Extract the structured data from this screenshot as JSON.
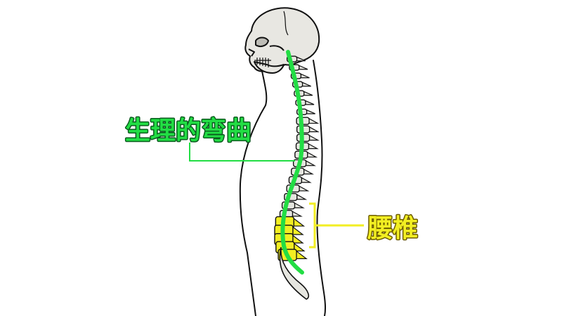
{
  "labels": {
    "curve": "生理的弯曲",
    "lumbar": "腰椎"
  },
  "colors": {
    "curve": "#22dd44",
    "curve_text_outline": "#0a5a1e",
    "lumbar": "#f2ee22",
    "lumbar_text_outline": "#6b5a00",
    "bone": "#e6e6e0",
    "outline": "#111111"
  },
  "vertebrae": {
    "cervical": 7,
    "thoracic": 12,
    "lumbar": 5
  },
  "icons": [
    "skull-icon",
    "spine-icon",
    "body-silhouette-icon"
  ]
}
